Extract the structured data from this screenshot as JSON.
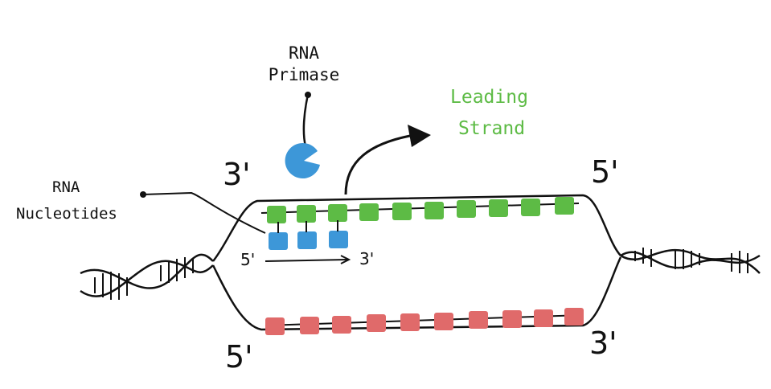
{
  "labels": {
    "rna_primase": [
      "RNA",
      "Primase"
    ],
    "leading_strand": [
      "Leading",
      "Strand"
    ],
    "rna_nucleotides": [
      "RNA",
      "Nucleotides"
    ],
    "top_left_end": "3'",
    "top_right_end": "5'",
    "bottom_left_end": "5'",
    "bottom_right_end": "3'",
    "primer_start": "5'",
    "primer_end": "3'"
  },
  "colors": {
    "leading_strand_nucleotides": "#5dbb45",
    "lagging_strand_nucleotides": "#e06a6a",
    "rna_nucleotides": "#3d97d8",
    "rna_primase": "#3d97d8",
    "outline": "#111111"
  },
  "icons": {
    "primase": "pacman-shape-icon",
    "dna_helix": "double-helix-icon"
  }
}
